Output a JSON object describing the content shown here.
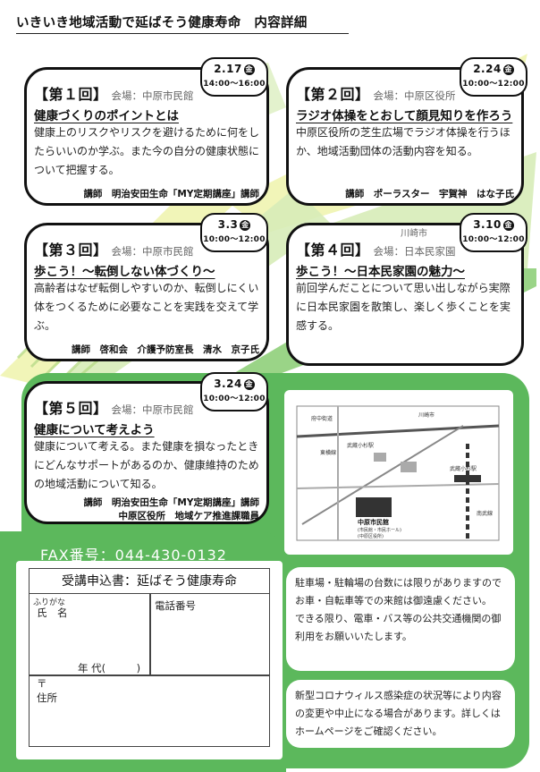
{
  "page_title": "いきいき地域活動で延ばそう健康寿命　内容詳細",
  "sessions": [
    {
      "label": "【第１回】",
      "venue": "会場：中原市民館",
      "date": "2.17",
      "dow": "金",
      "time": "14:00～16:00",
      "topic": "健康づくりのポイントとは",
      "description": "健康上のリスクやリスクを避けるために何をしたらいいのか学ぶ。また今の自分の健康状態について把握する。",
      "lecturer": [
        "講師　明治安田生命「MY定期講座」講師"
      ]
    },
    {
      "label": "【第２回】",
      "venue": "会場：中原区役所",
      "date": "2.24",
      "dow": "金",
      "time": "10:00～12:00",
      "topic": "ラジオ体操をとおして顔見知りを作ろう",
      "description": "中原区役所の芝生広場でラジオ体操を行うほか、地域活動団体の活動内容を知る。",
      "lecturer": [
        "講師　ポーラスター　宇賀神　はな子氏"
      ]
    },
    {
      "label": "【第３回】",
      "venue": "会場：中原市民館",
      "date": "3.3",
      "dow": "金",
      "time": "10:00～12:00",
      "topic": "歩こう！～転倒しない体づくり～",
      "description": "高齢者はなぜ転倒しやすいのか、転倒しにくい体をつくるために必要なことを実践を交えて学ぶ。",
      "lecturer": [
        "講師　啓和会　介護予防室長　清水　京子氏"
      ]
    },
    {
      "label": "【第４回】",
      "venue_note": "川崎市",
      "venue": "会場：日本民家園",
      "date": "3.10",
      "dow": "金",
      "time": "10:00～12:00",
      "topic": "歩こう！～日本民家園の魅力～",
      "description": "前回学んだことについて思い出しながら実際に日本民家園を散策し、楽しく歩くことを実感する。",
      "lecturer": []
    },
    {
      "label": "【第５回】",
      "venue": "会場：中原市民館",
      "date": "3.24",
      "dow": "金",
      "time": "10:00～12:00",
      "topic": "健康について考えよう",
      "description": "健康について考える。また健康を損なったときにどんなサポートがあるのか、健康維持のための地域活動について知る。",
      "lecturer": [
        "講師　明治安田生命「MY定期講座」講師",
        "中原区役所　地域ケア推進課職員"
      ]
    }
  ],
  "fax": "FAX番号：044-430-0132",
  "form": {
    "title": "受講申込書：延ばそう健康寿命",
    "furigana": "ふりがな",
    "name": "氏　名",
    "phone": "電話番号",
    "age": "年 代(　　　)",
    "postal": "〒",
    "address": "住所"
  },
  "notes": {
    "parking": "駐車場・駐輪場の台数には限りがありますのでお車・自転車等での来館は御遠慮ください。\nできる限り、電車・バス等の公共交通機関の御利用をお願いいたします。",
    "covid": "新型コロナウィルス感染症の状況等により内容の変更や中止になる場合があります。詳しくはホームページをご確認ください。"
  },
  "map": {
    "labels": [
      "府中街道",
      "川崎市",
      "東横線",
      "南武線",
      "中原市民館",
      "武蔵小杉駅",
      "武蔵小杉駅",
      "(市民館・市民ホール)",
      "(中原区役所)"
    ]
  },
  "colors": {
    "green": "#5cb85c",
    "arrow_light": "#d7ecb8",
    "arrow_yellow": "#eef2a6",
    "arrow_green": "#8fcf7a"
  }
}
